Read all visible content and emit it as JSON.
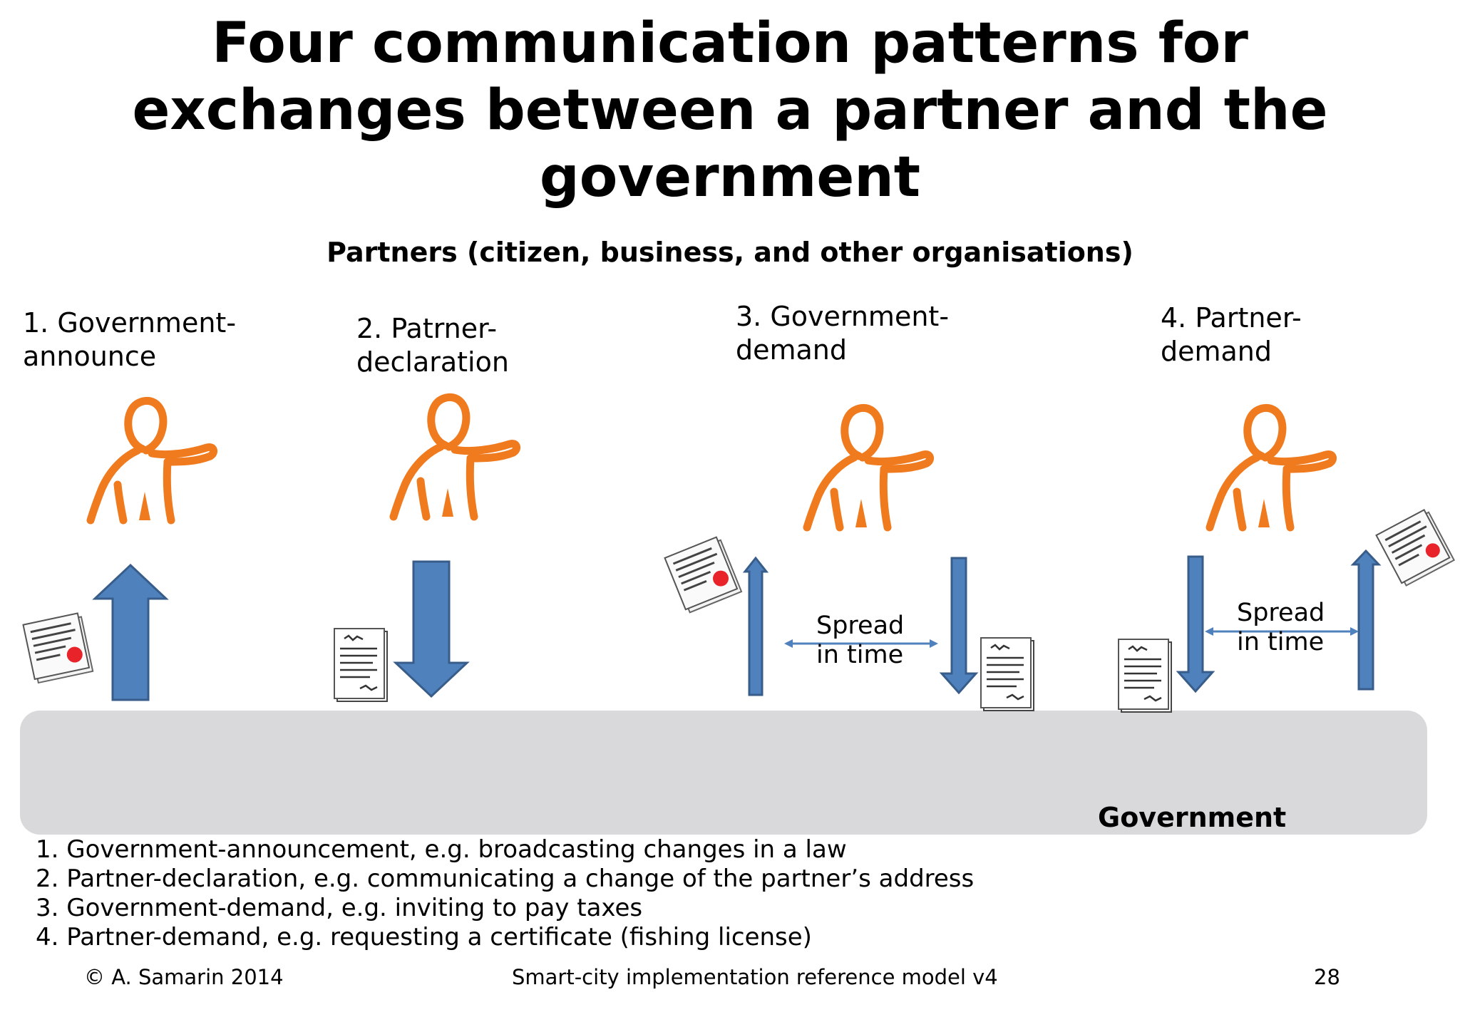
{
  "title": {
    "line1": "Four communication patterns for",
    "line2": "exchanges between a partner and the",
    "line3": "government"
  },
  "subtitle": "Partners (citizen, business, and other organisations)",
  "patterns": [
    {
      "line1": "1. Government-",
      "line2": "announce"
    },
    {
      "line1": "2. Patrner-",
      "line2": "declaration"
    },
    {
      "line1": "3. Government-",
      "line2": "demand"
    },
    {
      "line1": "4. Partner-",
      "line2": "demand"
    }
  ],
  "spread": {
    "line1": "Spread",
    "line2": "in time"
  },
  "government_label": "Government",
  "examples": [
    "1. Government-announcement, e.g. broadcasting changes in a law",
    "2. Partner-declaration, e.g. communicating a change of the partner’s address",
    "3. Government-demand, e.g. inviting to pay taxes",
    "4. Partner-demand, e.g. requesting a certificate (fishing license)"
  ],
  "footer": {
    "copyright": "© A. Samarin 2014",
    "model": "Smart-city implementation reference model v4",
    "page": "28"
  },
  "colors": {
    "person": "#f07a1e",
    "arrow": "#4f81bd",
    "arrow_border": "#385d8a",
    "government_band": "#d9d8db",
    "seal": "#e8242a"
  },
  "icons": [
    "person-icon",
    "certificate-icon",
    "document-icon",
    "up-arrow-icon",
    "down-arrow-icon",
    "double-arrow-icon"
  ]
}
